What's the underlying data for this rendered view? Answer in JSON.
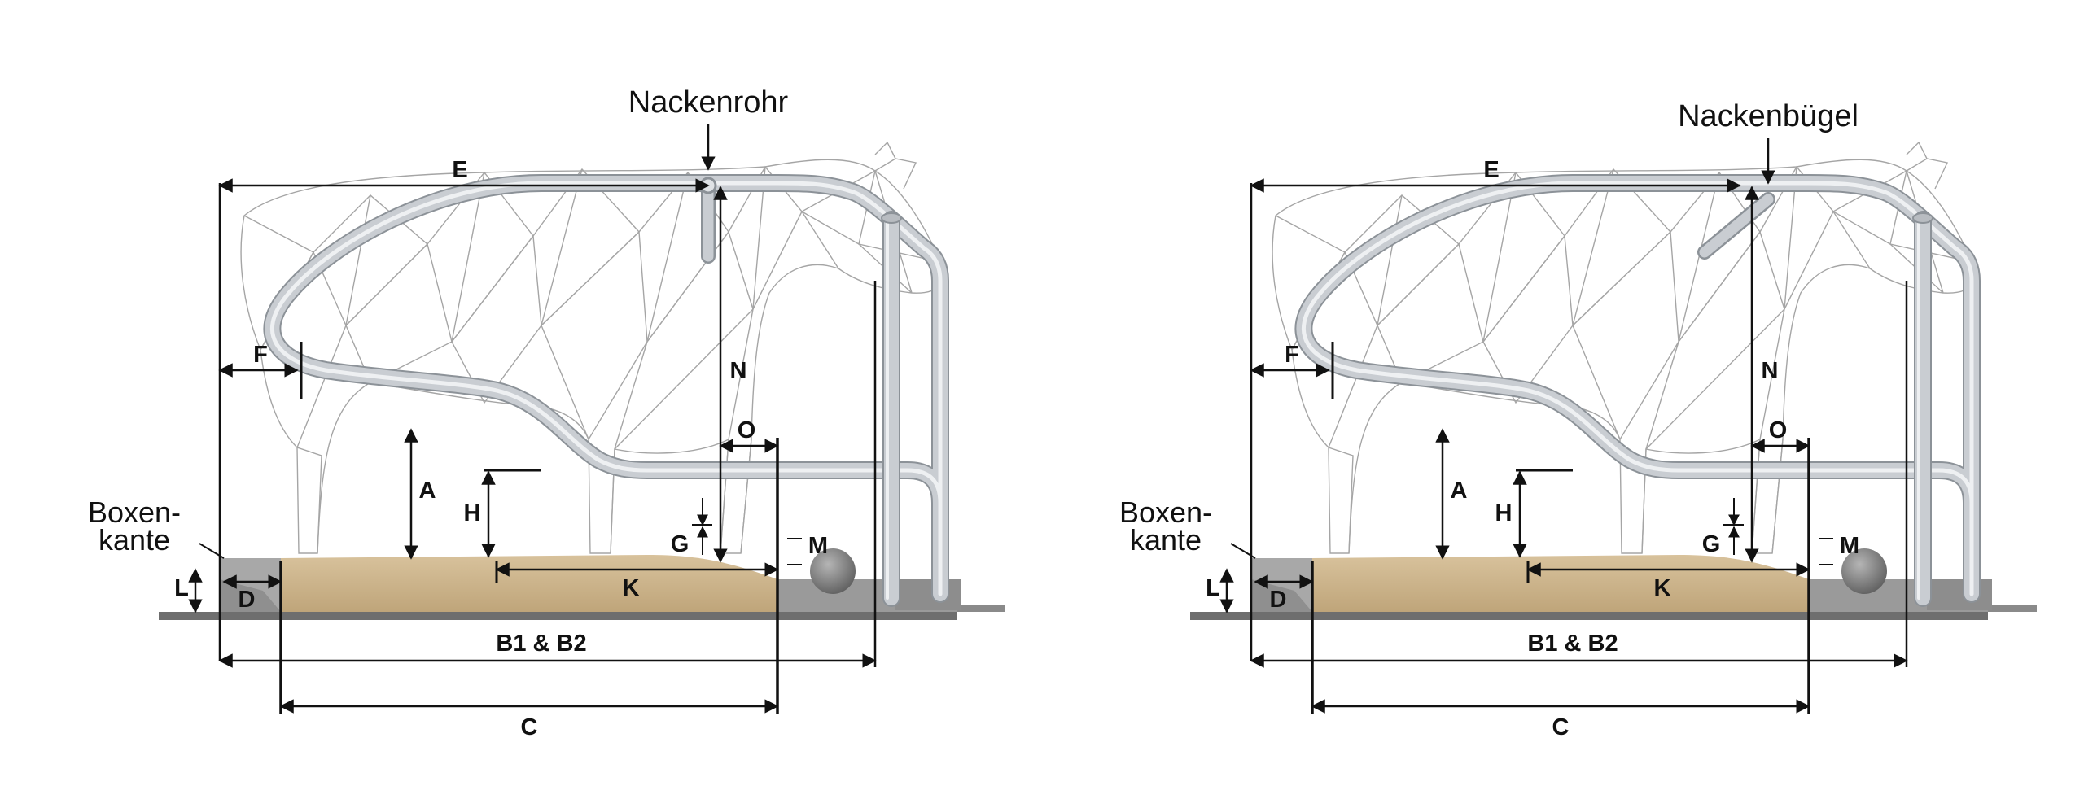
{
  "colors": {
    "pipe": "#c9cdd2",
    "pipe_edge": "#8c9298",
    "bedding": "#cdb48c",
    "concrete": "#9a9a9a",
    "floor": "#6e6e6e",
    "line": "#111111",
    "mesh": "#9a9a9a"
  },
  "icons": [
    "cow-wireframe",
    "stall-divider-loop",
    "brisket-roll",
    "dimension-arrow"
  ],
  "diagrams": [
    {
      "callout": "Nackenrohr",
      "edge_label": [
        "Boxen-",
        "kante"
      ],
      "labels": {
        "E": "E",
        "F": "F",
        "N": "N",
        "O": "O",
        "A": "A",
        "H": "H",
        "G": "G",
        "M": "M",
        "L": "L",
        "D": "D",
        "K": "K",
        "B": "B1 & B2",
        "C": "C"
      }
    },
    {
      "callout": "Nackenbügel",
      "edge_label": [
        "Boxen-",
        "kante"
      ],
      "labels": {
        "E": "E",
        "F": "F",
        "N": "N",
        "O": "O",
        "A": "A",
        "H": "H",
        "G": "G",
        "M": "M",
        "L": "L",
        "D": "D",
        "K": "K",
        "B": "B1 & B2",
        "C": "C"
      }
    }
  ]
}
